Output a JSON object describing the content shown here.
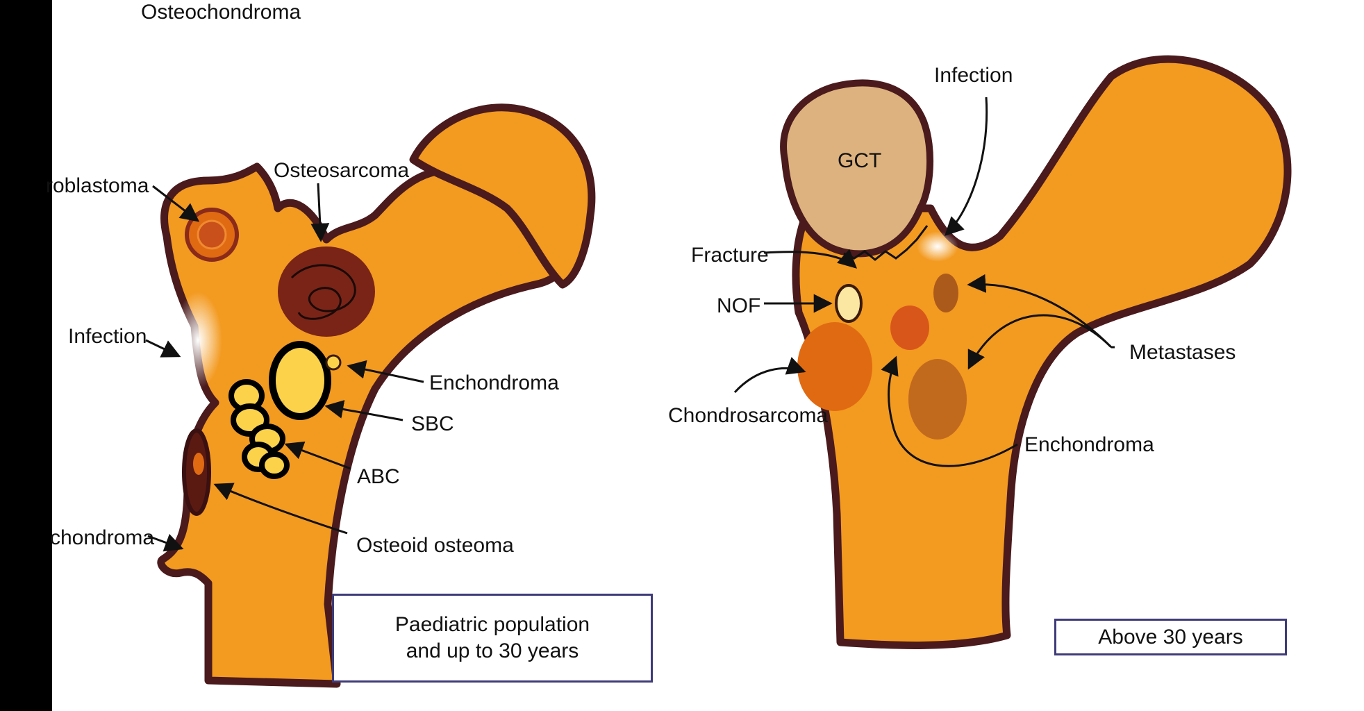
{
  "header_label": "Osteochondroma",
  "paediatric": {
    "labels": {
      "osteoblastoma": "roblastoma",
      "osteosarcoma": "Osteosarcoma",
      "infection": "Infection",
      "enchondroma": "Enchondroma",
      "sbc": "SBC",
      "abc": "ABC",
      "osteochondroma": "chondroma",
      "osteoid_osteoma": "Osteoid osteoma"
    },
    "caption_line1": "Paediatric population",
    "caption_line2": "and up to 30 years"
  },
  "adult": {
    "labels": {
      "infection": "Infection",
      "gct": "GCT",
      "fracture": "Fracture",
      "nof": "NOF",
      "metastases": "Metastases",
      "chondrosarcoma": "Chondrosarcoma",
      "enchondroma": "Enchondroma"
    },
    "caption": "Above 30 years"
  },
  "colors": {
    "bone_fill": "#f39a20",
    "bone_outline": "#4a1a1c",
    "gct_fill": "#ddb27e",
    "lesion_dark": "#8a2a1a",
    "cyst_fill": "#fbd24a",
    "caption_border": "#3e3b78",
    "label_text": "#111111"
  }
}
